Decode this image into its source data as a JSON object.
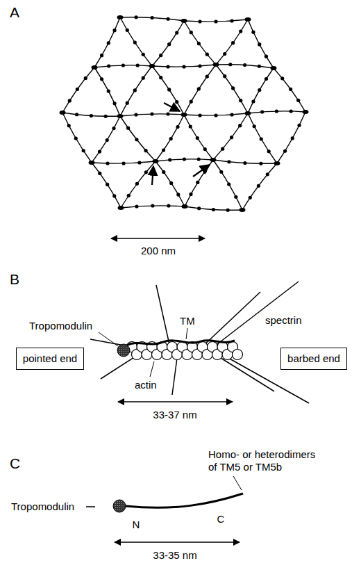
{
  "diagram": {
    "nodes": [
      {
        "text": [
          "pointed end"
        ]
      },
      {
        "text": [
          "barbed end"
        ]
      }
    ],
    "labels": [
      "A",
      "200 nm",
      "B",
      "Tropomodulin",
      "TM",
      "spectrin",
      "actin",
      "33-37 nm",
      "C",
      "Tropomodulin",
      "N",
      "C",
      "Homo- or heterodimers of TM5 or TM5b",
      "33-35 nm"
    ]
  }
}
